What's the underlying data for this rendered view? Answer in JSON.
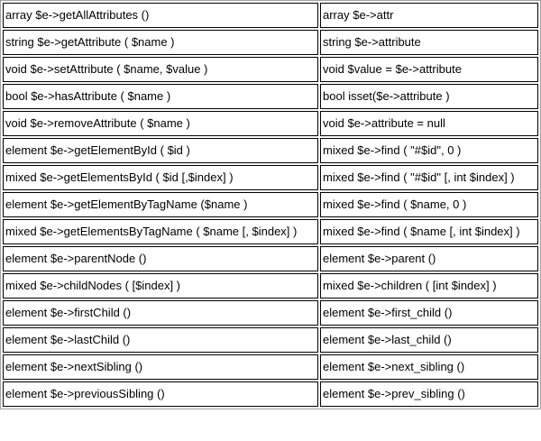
{
  "page": {
    "background_color": "#ffffff",
    "text_color": "#000000",
    "outer_border_color": "#a1a1a1",
    "cell_border_color": "#000000"
  },
  "table": {
    "description": "DOM-style methods vs simple_html_dom-style equivalents",
    "rows": [
      {
        "dom": "array $e->getAllAttributes ()",
        "simple": "array $e->attr"
      },
      {
        "dom": "string $e->getAttribute ( $name )",
        "simple": "string $e->attribute"
      },
      {
        "dom": "void $e->setAttribute ( $name, $value )",
        "simple": "void $value = $e->attribute"
      },
      {
        "dom": "bool $e->hasAttribute ( $name )",
        "simple": "bool isset($e->attribute )"
      },
      {
        "dom": "void $e->removeAttribute ( $name )",
        "simple": "void $e->attribute = null"
      },
      {
        "dom": "element $e->getElementById ( $id )",
        "simple": "mixed $e->find ( \"#$id\", 0 )"
      },
      {
        "dom": "mixed $e->getElementsById ( $id [,$index] )",
        "simple": "mixed $e->find ( \"#$id\" [, int $index] )"
      },
      {
        "dom": "element $e->getElementByTagName ($name )",
        "simple": "mixed $e->find ( $name, 0 )"
      },
      {
        "dom": "mixed $e->getElementsByTagName ( $name [, $index] )",
        "simple": "mixed $e->find ( $name [, int $index] )"
      },
      {
        "dom": "element $e->parentNode ()",
        "simple": "element $e->parent ()"
      },
      {
        "dom": "mixed $e->childNodes ( [$index] )",
        "simple": "mixed $e->children ( [int $index] )"
      },
      {
        "dom": "element $e->firstChild ()",
        "simple": "element $e->first_child ()"
      },
      {
        "dom": "element $e->lastChild ()",
        "simple": "element $e->last_child ()"
      },
      {
        "dom": "element $e->nextSibling ()",
        "simple": "element $e->next_sibling ()"
      },
      {
        "dom": "element $e->previousSibling ()",
        "simple": "element $e->prev_sibling ()"
      }
    ]
  }
}
